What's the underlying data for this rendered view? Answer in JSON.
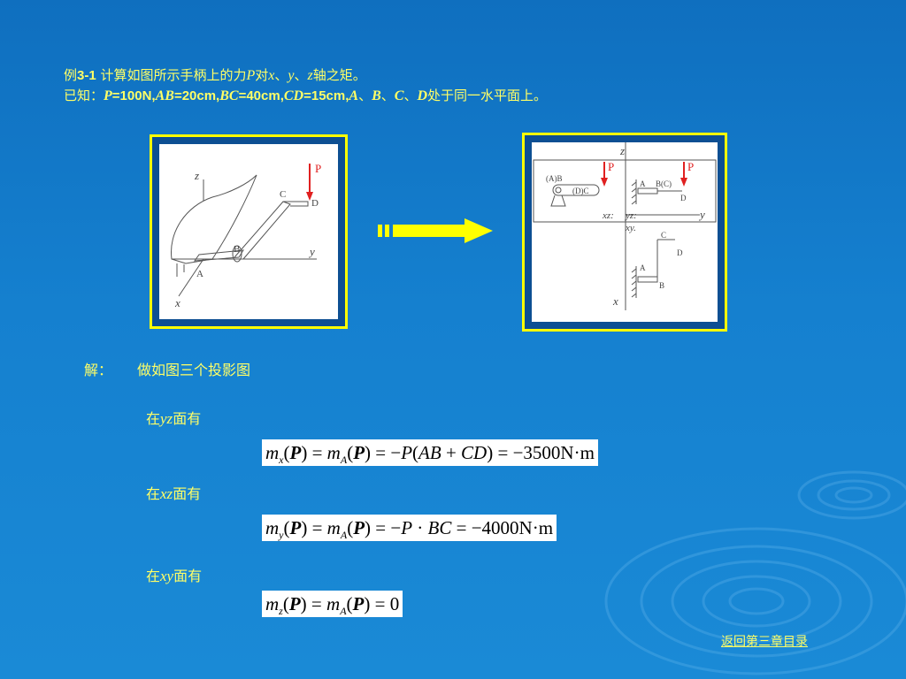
{
  "title": {
    "line1_prefix": "例",
    "line1_num": "3-1",
    "line1_text": " 计算如图所示手柄上的力",
    "line1_P": "P",
    "line1_mid": "对",
    "line1_x": "x",
    "line1_sep1": "、",
    "line1_y": "y",
    "line1_sep2": "、",
    "line1_z": "z",
    "line1_end": "轴之矩。",
    "line2_prefix": "已知：",
    "line2_P": "P",
    "line2_v1": "=100N,",
    "line2_AB": "AB",
    "line2_v2": "=20cm,",
    "line2_BC": "BC",
    "line2_v3": "=40cm,",
    "line2_CD": "CD",
    "line2_v4": "=15cm,",
    "line2_A": "A",
    "line2_s1": "、",
    "line2_B": "B",
    "line2_s2": "、",
    "line2_C": "C",
    "line2_s3": "、",
    "line2_D": "D",
    "line2_end": "处于同一水平面上。"
  },
  "figure_left": {
    "labels": {
      "z": "z",
      "y": "y",
      "x": "x",
      "A": "A",
      "B": "B",
      "C": "C",
      "D": "D",
      "P": "P"
    }
  },
  "figure_right": {
    "labels": {
      "z": "z",
      "y": "y",
      "x": "x",
      "AB": "(A)B",
      "DC": "(D)C",
      "A": "A",
      "BC": "B(C)",
      "D": "D",
      "P": "P",
      "xz": "xz:",
      "yz": "yz:",
      "xy": "xy.",
      "A2": "A",
      "B2": "B",
      "C2": "C",
      "D2": "D"
    }
  },
  "solution": {
    "label": "解：",
    "text": "做如图三个投影图",
    "steps": [
      {
        "prefix": "在",
        "plane": "yz",
        "suffix": "面有"
      },
      {
        "prefix": "在",
        "plane": "xz",
        "suffix": "面有"
      },
      {
        "prefix": "在",
        "plane": "xy",
        "suffix": "面有"
      }
    ],
    "eq1_result": "−3500N·m",
    "eq2_result": "−4000N·m",
    "eq3_result": "0"
  },
  "nav": {
    "back_label": "返回第三章目录"
  },
  "colors": {
    "background": "#1580cf",
    "text": "#ffff66",
    "frame": "#ffff00",
    "force": "#e02020"
  }
}
